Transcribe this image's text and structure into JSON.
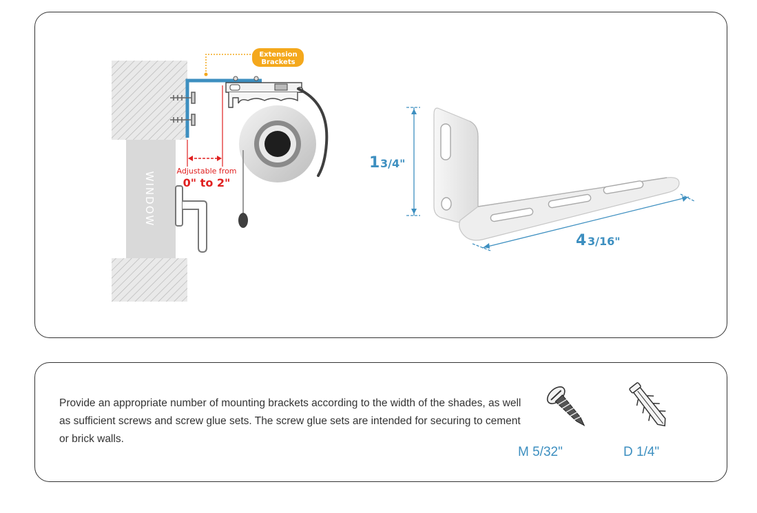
{
  "install_diagram": {
    "callout": {
      "line1": "Extension",
      "line2": "Brackets"
    },
    "adjustable": {
      "line1": "Adjustable from",
      "line2": "0\" to 2\""
    },
    "window_label": "WINDOW"
  },
  "bracket_dimensions": {
    "height": {
      "whole": "1",
      "fraction": "3/4\""
    },
    "length": {
      "whole": "4",
      "fraction": "3/16\""
    }
  },
  "note": {
    "text": "Provide an appropriate number of mounting brackets according to the width of the shades, as well as sufficient screws and screw glue sets. The screw glue sets are intended for securing to cement or brick walls."
  },
  "hardware": {
    "screw_label": "M 5/32\"",
    "anchor_label": "D 1/4\""
  },
  "colors": {
    "accent_blue": "#3d8fc0",
    "callout_orange": "#f4a81c",
    "dimension_red": "#e02020",
    "border": "#333333"
  }
}
